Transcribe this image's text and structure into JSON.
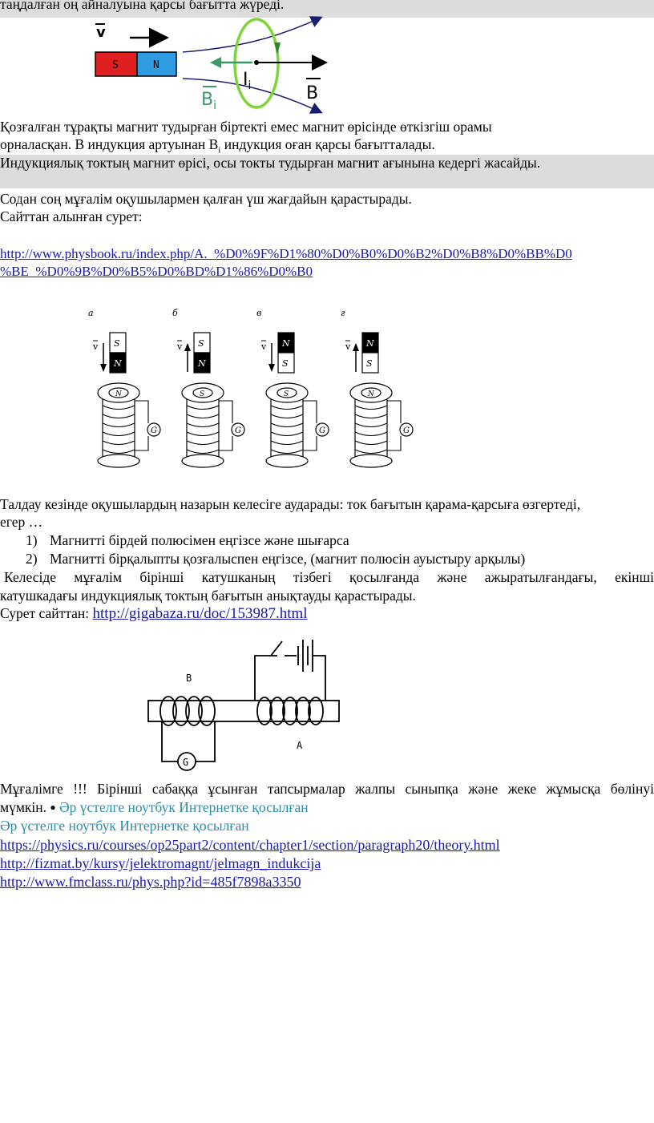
{
  "para_top": "таңдалған оң айналуына қарсы бағытта жүреді.",
  "fig1": {
    "v_label": "v",
    "magnet_s": "S",
    "magnet_n": "N",
    "current_label": "I",
    "current_sub": "i",
    "bi_label": "B",
    "bi_sub": "i",
    "b_label": "B"
  },
  "para1_line1": "Қозғалған тұрақты магнит тудырған біртекті емес магнит өрісінде өткізгіш орамы",
  "para1_line2_a": "орналасқан. В индукция артуынан  В",
  "para1_line2_sub": "i",
  "para1_line2_b": " индукция оған қарсы бағытталады.",
  "para_highlight": "Индукциялық токтың магнит өрісі, осы токты тудырған магнит ағынына кедергі жасайды.",
  "para2_line1": "Содан соң мұғалім оқушылармен қалған үш жағдайын қарастырады.",
  "para2_line2": "Сайттан алынған сурет:",
  "link_physbook_1": "http://www.physbook.ru/index.php/А._%D0%9F%D1%80%D0%B0%D0%B2%D0%B8%D0%BB%D0",
  "link_physbook_2": "%BE_%D0%9B%D0%B5%D0%BD%D1%86%D0%B0",
  "fig2": {
    "panels": [
      {
        "letter": "а",
        "top": "S",
        "bottom": "N",
        "arrow": "down",
        "coil": "N"
      },
      {
        "letter": "б",
        "top": "S",
        "bottom": "N",
        "arrow": "up",
        "coil": "S"
      },
      {
        "letter": "в",
        "top": "N",
        "bottom": "S",
        "arrow": "down",
        "coil": "S"
      },
      {
        "letter": "г",
        "top": "N",
        "bottom": "S",
        "arrow": "up",
        "coil": "N"
      }
    ],
    "v_label": "v",
    "galvanometer": "G"
  },
  "para3_line1": "Талдау кезінде оқушылардың назарын келесіге аударады: ток бағытын қарама-қарсыға өзгертеді,",
  "para3_line2": "егер …",
  "list": [
    {
      "num": "1)",
      "text": "Магнитті бірдей полюсімен еңгізсе  және шығарса"
    },
    {
      "num": "2)",
      "text": "Магнитті бірқалыпты қозғалыспен еңгізсе, (магнит полюсін ауыстыру арқылы)"
    }
  ],
  "para4_line1": "Келесіде мұғалім бірінші катушканың тізбегі қосылғанда және ажыратылғандағы, екінші",
  "para4_line2": "катушкадағы индукциялық токтың бағытын анықтауды қарастырады.",
  "para5_label": "Сурет сайттан: ",
  "link_gigabaza": "http://gigabaza.ru/doc/153987.html",
  "fig3": {
    "coil_b": "B",
    "coil_a": "A",
    "galvanometer": "G"
  },
  "para6_line1": "Мұғалімге !!! Бірінші сабаққа ұсынған тапсырмалар жалпы сыныпқа және жеке жұмысқа бөлінуі",
  "para6_line2_a": "мүмкін. ",
  "para6_bullet": "●",
  "para6_line2_b": " Әр үстелге ноутбук Интернетке қосылған",
  "para7": "Әр үстелге ноутбук Интернетке қосылған",
  "link_physics": "https://physics.ru/courses/op25part2/content/chapter1/section/paragraph20/theory.html",
  "link_fizmat": "http://fizmat.by/kursy/jelektromagnt/jelmagn_indukcija",
  "link_fmclass": "http://www.fmclass.ru/phys.php?id=485f7898a3350"
}
